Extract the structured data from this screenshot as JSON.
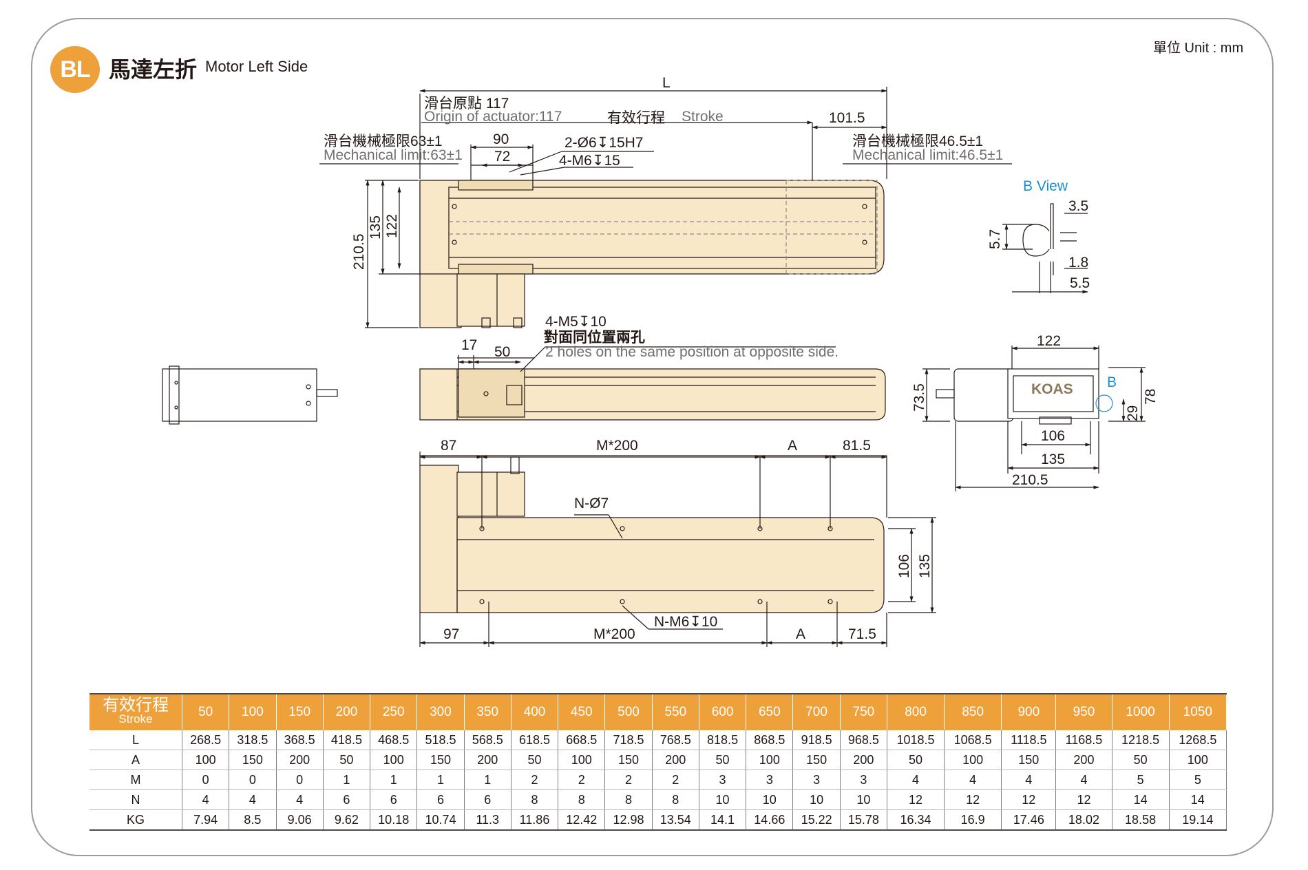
{
  "header": {
    "badge": "BL",
    "title_zh": "馬達左折",
    "title_en": "Motor Left Side",
    "unit": "單位 Unit : mm"
  },
  "drawing": {
    "top_view": {
      "L": "L",
      "origin_zh": "滑台原點 117",
      "origin_en": "Origin of actuator:117",
      "stroke_zh": "有效行程",
      "stroke_en": "Stroke",
      "d101": "101.5",
      "mech_left_zh": "滑台機械極限63±1",
      "mech_left_en": "Mechanical limit:63±1",
      "mech_right_zh": "滑台機械極限46.5±1",
      "mech_right_en": "Mechanical limit:46.5±1",
      "d90": "90",
      "d72": "72",
      "hole1": "2-Ø6↧15H7",
      "hole2": "4-M6↧15",
      "d210": "210.5",
      "d135": "135",
      "d122": "122"
    },
    "b_view": {
      "title": "B View",
      "d35": "3.5",
      "d57": "5.7",
      "d18": "1.8",
      "d55": "5.5"
    },
    "side_view": {
      "m5": "4-M5↧10",
      "opp_zh": "對面同位置兩孔",
      "opp_en": "2 holes on the same position at opposite side.",
      "d17": "17",
      "d50": "50"
    },
    "end_view": {
      "d122": "122",
      "b": "B",
      "d735": "73.5",
      "d78": "78",
      "d29": "29",
      "d106": "106",
      "d135": "135",
      "d2105": "210.5",
      "logo": "KOAS"
    },
    "bottom_view": {
      "d87": "87",
      "m200a": "M*200",
      "A1": "A",
      "d815": "81.5",
      "n7": "N-Ø7",
      "d106": "106",
      "d135": "135",
      "d97": "97",
      "m200b": "M*200",
      "nm6": "N-M6↧10",
      "A2": "A",
      "d715": "71.5"
    }
  },
  "table": {
    "head_zh": "有效行程",
    "head_en": "Stroke",
    "strokes": [
      "50",
      "100",
      "150",
      "200",
      "250",
      "300",
      "350",
      "400",
      "450",
      "500",
      "550",
      "600",
      "650",
      "700",
      "750",
      "800",
      "850",
      "900",
      "950",
      "1000",
      "1050"
    ],
    "rows": [
      {
        "label": "L",
        "values": [
          "268.5",
          "318.5",
          "368.5",
          "418.5",
          "468.5",
          "518.5",
          "568.5",
          "618.5",
          "668.5",
          "718.5",
          "768.5",
          "818.5",
          "868.5",
          "918.5",
          "968.5",
          "1018.5",
          "1068.5",
          "1118.5",
          "1168.5",
          "1218.5",
          "1268.5"
        ]
      },
      {
        "label": "A",
        "values": [
          "100",
          "150",
          "200",
          "50",
          "100",
          "150",
          "200",
          "50",
          "100",
          "150",
          "200",
          "50",
          "100",
          "150",
          "200",
          "50",
          "100",
          "150",
          "200",
          "50",
          "100"
        ]
      },
      {
        "label": "M",
        "values": [
          "0",
          "0",
          "0",
          "1",
          "1",
          "1",
          "1",
          "2",
          "2",
          "2",
          "2",
          "3",
          "3",
          "3",
          "3",
          "4",
          "4",
          "4",
          "4",
          "5",
          "5"
        ]
      },
      {
        "label": "N",
        "values": [
          "4",
          "4",
          "4",
          "6",
          "6",
          "6",
          "6",
          "8",
          "8",
          "8",
          "8",
          "10",
          "10",
          "10",
          "10",
          "12",
          "12",
          "12",
          "12",
          "14",
          "14"
        ]
      },
      {
        "label": "KG",
        "values": [
          "7.94",
          "8.5",
          "9.06",
          "9.62",
          "10.18",
          "10.74",
          "11.3",
          "11.86",
          "12.42",
          "12.98",
          "13.54",
          "14.1",
          "14.66",
          "15.22",
          "15.78",
          "16.34",
          "16.9",
          "17.46",
          "18.02",
          "18.58",
          "19.14"
        ]
      }
    ]
  },
  "colors": {
    "accent": "#eea03a",
    "body": "#f8e8c8",
    "line": "#231815",
    "blue": "#1a8fce"
  }
}
